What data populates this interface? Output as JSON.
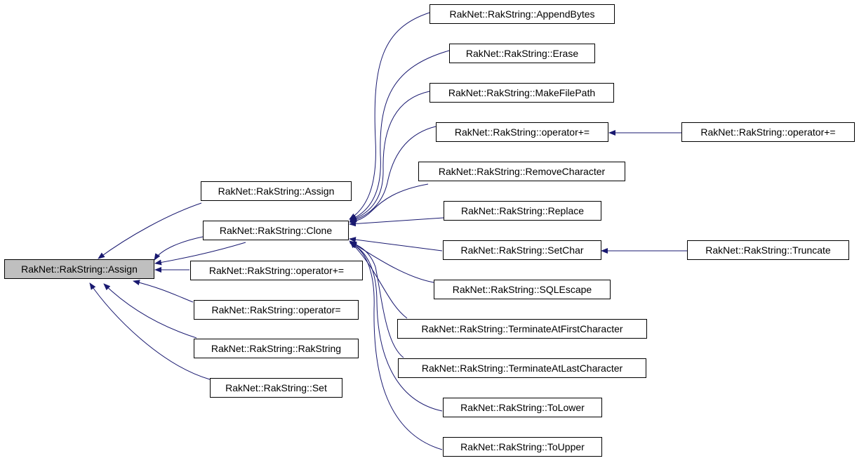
{
  "colors": {
    "edge": "#191970",
    "node_border": "#000000",
    "root_fill": "#bfbfbf",
    "node_fill": "#ffffff"
  },
  "nodes": {
    "root": "RakNet::RakString::Assign",
    "assign2": "RakNet::RakString::Assign",
    "clone": "RakNet::RakString::Clone",
    "oppluseq": "RakNet::RakString::operator+=",
    "opeq": "RakNet::RakString::operator=",
    "rakstring": "RakNet::RakString::RakString",
    "set": "RakNet::RakString::Set",
    "appendbytes": "RakNet::RakString::AppendBytes",
    "erase": "RakNet::RakString::Erase",
    "makefilepath": "RakNet::RakString::MakeFilePath",
    "oppluseq2": "RakNet::RakString::operator+=",
    "oppluseq3": "RakNet::RakString::operator+=",
    "removecharacter": "RakNet::RakString::RemoveCharacter",
    "replace": "RakNet::RakString::Replace",
    "setchar": "RakNet::RakString::SetChar",
    "truncate": "RakNet::RakString::Truncate",
    "sqlescape": "RakNet::RakString::SQLEscape",
    "terminatefirst": "RakNet::RakString::TerminateAtFirstCharacter",
    "terminatelast": "RakNet::RakString::TerminateAtLastCharacter",
    "tolower": "RakNet::RakString::ToLower",
    "toupper": "RakNet::RakString::ToUpper"
  }
}
